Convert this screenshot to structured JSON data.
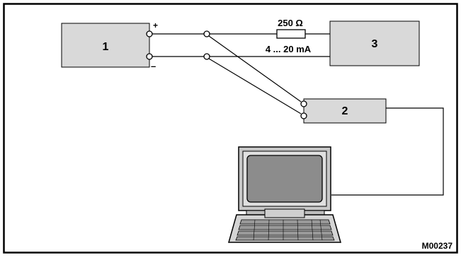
{
  "blocks": {
    "b1": "1",
    "b2": "2",
    "b3": "3"
  },
  "polarity": {
    "plus": "+",
    "minus": "–"
  },
  "resistor_label": "250 Ω",
  "current_label": "4 ... 20 mA",
  "figure_code": "M00237"
}
